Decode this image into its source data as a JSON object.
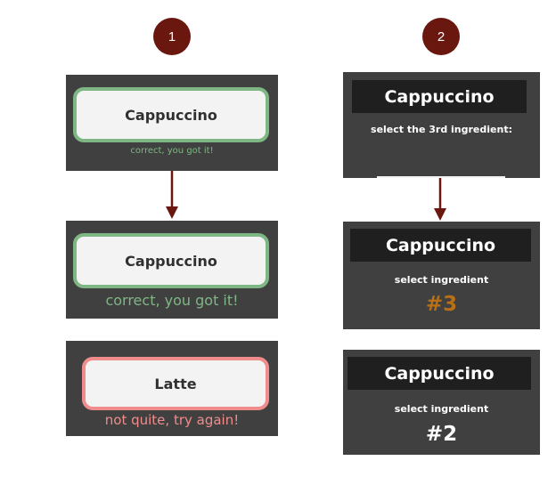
{
  "steps": {
    "one": "1",
    "two": "2"
  },
  "colors": {
    "badge": "#6a1710",
    "panel": "#404040",
    "correct": "#7fb784",
    "incorrect": "#f08c8c",
    "highlight": "#b86f16",
    "arrow": "#6a1710"
  },
  "left": {
    "panel1": {
      "answer": "Cappuccino",
      "feedback": "correct, you got it!"
    },
    "panel2": {
      "answer": "Cappuccino",
      "feedback": "correct, you got it!"
    },
    "panel3": {
      "answer": "Latte",
      "feedback": "not quite, try again!"
    }
  },
  "right": {
    "panel1": {
      "title": "Cappuccino",
      "prompt": "select the 3rd ingredient:"
    },
    "panel2": {
      "title": "Cappuccino",
      "prompt": "select ingredient",
      "number": "#3"
    },
    "panel3": {
      "title": "Cappuccino",
      "prompt": "select ingredient",
      "number": "#2"
    }
  }
}
